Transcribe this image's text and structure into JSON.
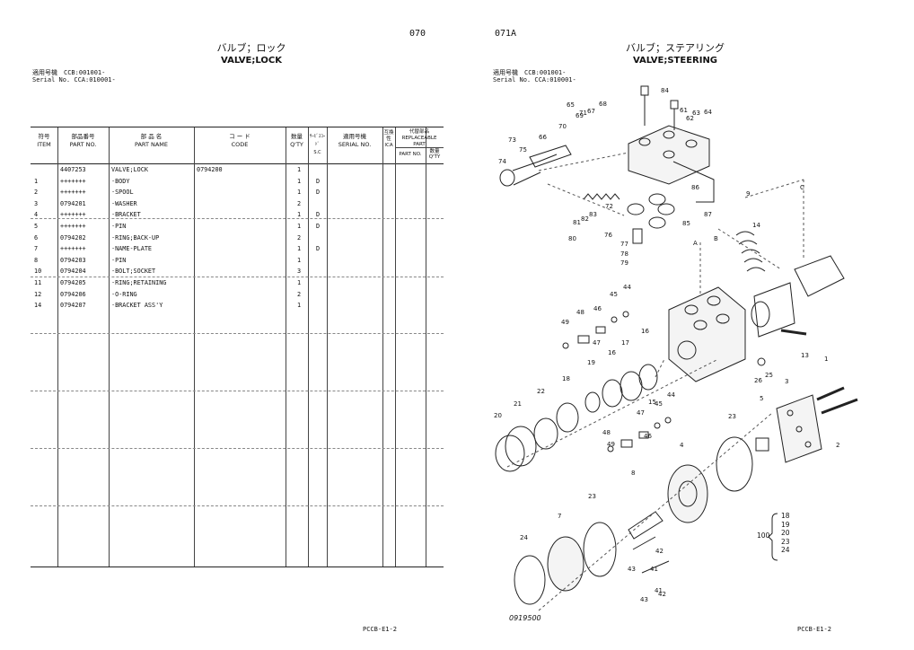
{
  "left_page": {
    "page_number": "070",
    "title_jp": "バルブ；ロック",
    "title_en": "VALVE;LOCK",
    "serial_line1": "適用号機　CCB:001001-",
    "serial_line2": "Serial No. CCA:010001-",
    "table": {
      "headers": {
        "item_jp": "符号",
        "item_en": "ITEM",
        "part_no_jp": "部品番号",
        "part_no_en": "PART NO.",
        "part_name_jp": "部 品 名",
        "part_name_en": "PART NAME",
        "code_jp": "コ ー ド",
        "code_en": "CODE",
        "qty_jp": "数量",
        "qty_en": "Q'TY",
        "sc_jp": "ｻｰﾋﾞｽｺｰﾄﾞ",
        "sc_en": "S.C",
        "serial_jp": "適用号機",
        "serial_en": "SERIAL NO.",
        "ica_jp": "互換性",
        "ica_en": "ICA",
        "repl_jp": "代替部品",
        "repl_en": "REPLACEABLE PART",
        "repl_part_no": "PART NO.",
        "repl_qty_jp": "数量",
        "repl_qty_en": "Q'TY"
      },
      "rows": [
        {
          "item": "",
          "part_no": "4407253",
          "name": "VALVE;LOCK",
          "code": "0794200",
          "qty": "1",
          "sc": ""
        },
        {
          "item": "1",
          "part_no": "+++++++",
          "name": "·BODY",
          "code": "",
          "qty": "1",
          "sc": "D"
        },
        {
          "item": "2",
          "part_no": "+++++++",
          "name": "·SPOOL",
          "code": "",
          "qty": "1",
          "sc": "D"
        },
        {
          "item": "3",
          "part_no": "0794201",
          "name": "·WASHER",
          "code": "",
          "qty": "2",
          "sc": ""
        },
        {
          "item": "4",
          "part_no": "+++++++",
          "name": "·BRACKET",
          "code": "",
          "qty": "1",
          "sc": "D"
        },
        {
          "item": "5",
          "part_no": "+++++++",
          "name": "·PIN",
          "code": "",
          "qty": "1",
          "sc": "D"
        },
        {
          "item": "6",
          "part_no": "0794202",
          "name": "·RING;BACK-UP",
          "code": "",
          "qty": "2",
          "sc": ""
        },
        {
          "item": "7",
          "part_no": "+++++++",
          "name": "·NAME-PLATE",
          "code": "",
          "qty": "1",
          "sc": "D"
        },
        {
          "item": "8",
          "part_no": "0794203",
          "name": "·PIN",
          "code": "",
          "qty": "1",
          "sc": ""
        },
        {
          "item": "10",
          "part_no": "0794204",
          "name": "·BOLT;SOCKET",
          "code": "",
          "qty": "3",
          "sc": ""
        },
        {
          "item": "11",
          "part_no": "0794205",
          "name": "·RING;RETAINING",
          "code": "",
          "qty": "1",
          "sc": ""
        },
        {
          "item": "12",
          "part_no": "0794206",
          "name": "·O-RING",
          "code": "",
          "qty": "2",
          "sc": ""
        },
        {
          "item": "14",
          "part_no": "0794207",
          "name": "·BRACKET ASS'Y",
          "code": "",
          "qty": "1",
          "sc": ""
        }
      ]
    },
    "footer": "PCCB-E1-2"
  },
  "right_page": {
    "page_number": "071A",
    "title_jp": "バルブ；ステアリング",
    "title_en": "VALVE;STEERING",
    "serial_line1": "適用号機　CCB:001001-",
    "serial_line2": "Serial No. CCA:010001-",
    "drawing_number": "0919500",
    "footer": "PCCB-E1-2",
    "kit_number": "100",
    "kit_items": [
      "18",
      "19",
      "20",
      "23",
      "24"
    ],
    "callouts": [
      "84",
      "65",
      "69",
      "68",
      "61",
      "62",
      "63",
      "64",
      "73",
      "75",
      "66",
      "70",
      "71",
      "67",
      "74",
      "86",
      "87",
      "9",
      "C",
      "72",
      "85",
      "81",
      "82",
      "83",
      "80",
      "14",
      "76",
      "77",
      "78",
      "79",
      "A",
      "B",
      "44",
      "45",
      "48",
      "46",
      "47",
      "49",
      "16",
      "17",
      "16",
      "15",
      "13",
      "19",
      "18",
      "22",
      "21",
      "20",
      "44",
      "45",
      "47",
      "46",
      "48",
      "49",
      "26",
      "25",
      "1",
      "3",
      "5",
      "2",
      "23",
      "4",
      "8",
      "23",
      "7",
      "24",
      "42",
      "43",
      "41",
      "42",
      "43",
      "41"
    ]
  }
}
